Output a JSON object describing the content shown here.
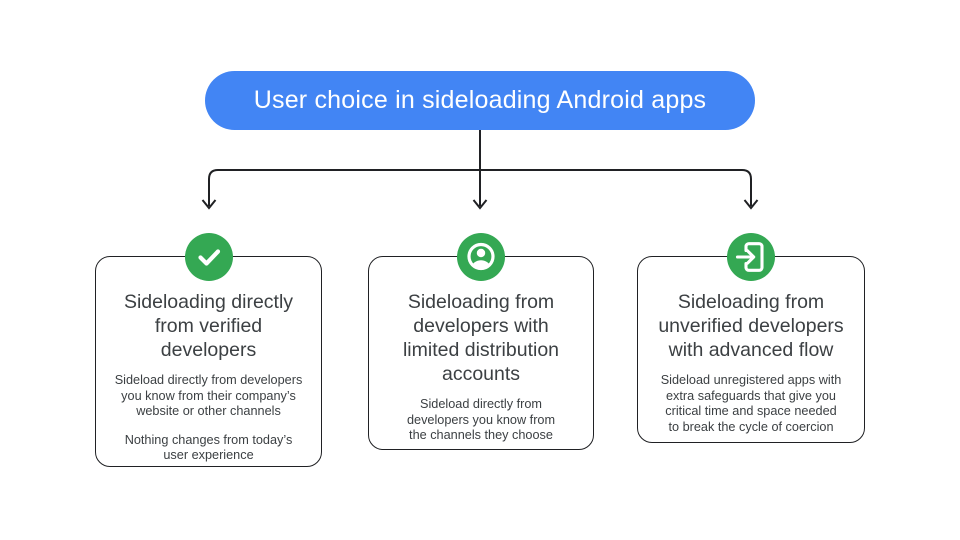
{
  "header": {
    "title": "User choice in sideloading Android apps"
  },
  "colors": {
    "header_bg": "#4285F4",
    "header_text": "#FFFFFF",
    "icon_bg": "#34A853",
    "icon_glyph": "#FFFFFF",
    "card_border": "#202124",
    "connector": "#202124",
    "title_text": "#3C4043",
    "body_text": "#3C4043",
    "background": "#FFFFFF"
  },
  "cards": [
    {
      "icon": "check-icon",
      "title": "Sideloading directly\nfrom verified\ndevelopers",
      "paragraphs": [
        "Sideload directly from developers\nyou know from their company’s\nwebsite or other channels",
        "Nothing changes from today’s\nuser experience"
      ]
    },
    {
      "icon": "person-icon",
      "title": "Sideloading from\ndevelopers with\nlimited distribution\naccounts",
      "paragraphs": [
        "Sideload directly from\ndevelopers you know from\nthe channels they choose"
      ]
    },
    {
      "icon": "login-arrow-icon",
      "title": "Sideloading from\nunverified developers\nwith advanced flow",
      "paragraphs": [
        "Sideload unregistered apps with\nextra safeguards that give you\ncritical time and space needed\nto break the cycle of coercion"
      ]
    }
  ]
}
